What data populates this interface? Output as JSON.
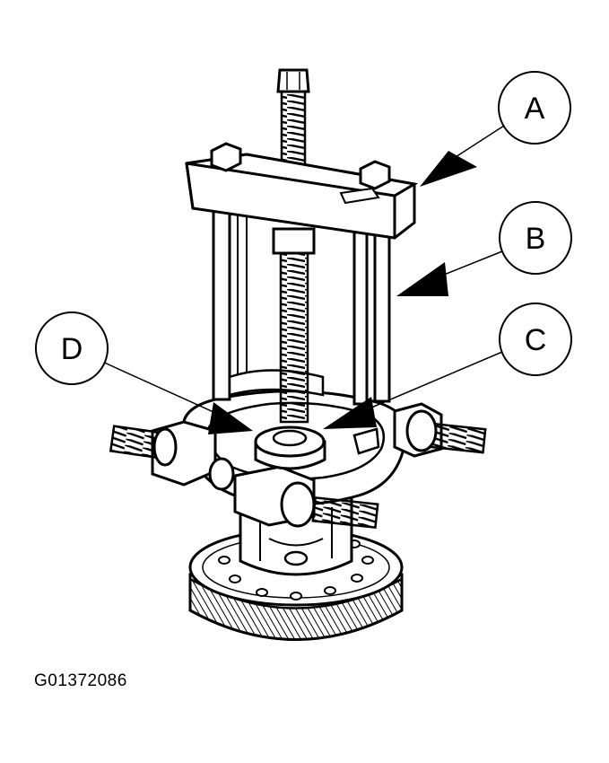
{
  "figure": {
    "code": "G01372086",
    "callouts": [
      {
        "id": "A",
        "label": "A"
      },
      {
        "id": "B",
        "label": "B"
      },
      {
        "id": "C",
        "label": "C"
      },
      {
        "id": "D",
        "label": "D"
      }
    ]
  },
  "colors": {
    "ink": "#000000",
    "paper": "#ffffff",
    "hatch": "#e8e8e8"
  }
}
